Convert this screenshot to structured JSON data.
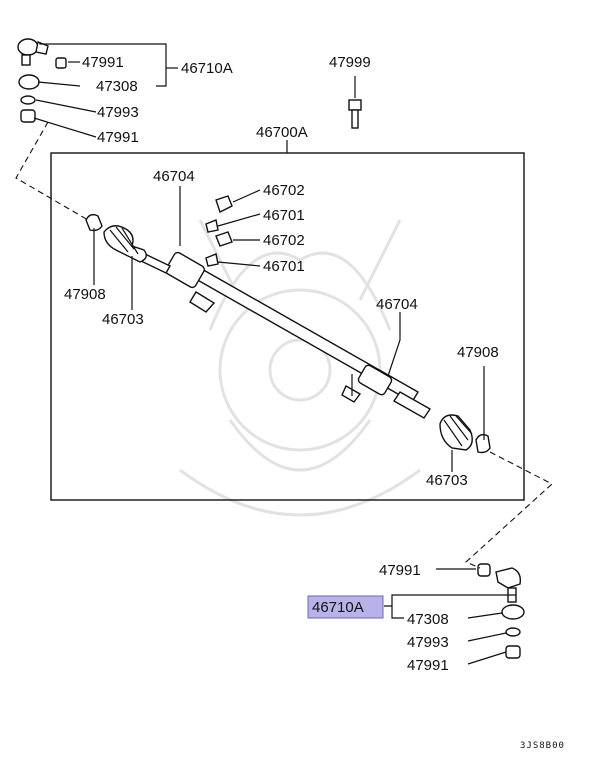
{
  "labels": {
    "p47999": "47999",
    "p46700a": "46700A",
    "p47991_tl": "47991",
    "p46710a_top": "46710A",
    "p47308_tl": "47308",
    "p47993_tl": "47993",
    "p47991_tl2": "47991",
    "p46704_l": "46704",
    "p46702_a": "46702",
    "p46701_a": "46701",
    "p46702_b": "46702",
    "p46701_b": "46701",
    "p47908_l": "47908",
    "p46703_l": "46703",
    "p46704_r": "46704",
    "p47908_r": "47908",
    "p46703_r": "46703",
    "p47991_br": "47991",
    "p46710a_bottom": "46710A",
    "p47308_br": "47308",
    "p47993_br": "47993",
    "p47991_br2": "47991"
  },
  "diagram_code": "3JS8B00",
  "colors": {
    "highlight": "#b7b3e6",
    "highlight_border": "#6c64c4",
    "ink": "#111111",
    "watermark": "#e2e2e2"
  }
}
